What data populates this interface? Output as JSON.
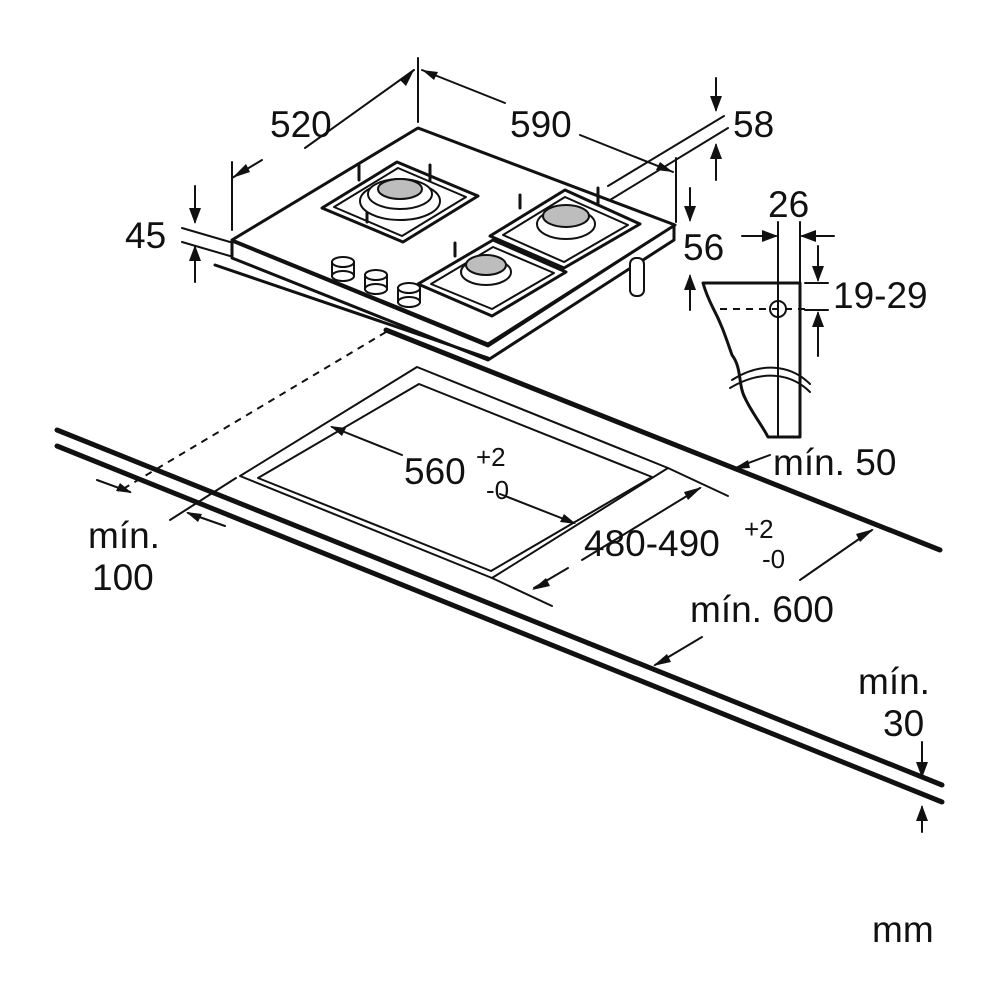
{
  "dimensions": {
    "hob_depth": "520",
    "hob_width": "590",
    "bracket_height": "58",
    "glass_thickness": "45",
    "underside_height": "56",
    "bracket_width": "26",
    "worktop_range": "19-29",
    "cutout_width_value": "560",
    "cutout_width_tol_plus": "+2",
    "cutout_width_tol_minus": "-0",
    "cutout_depth_value": "480-490",
    "cutout_depth_tol_plus": "+2",
    "cutout_depth_tol_minus": "-0",
    "min_back_distance": "mín. 50",
    "min_front_line1": "mín.",
    "min_front_line2": "100",
    "min_worktop_depth": "mín. 600",
    "min_thickness_line1": "mín.",
    "min_thickness_line2": "30"
  },
  "unit": "mm"
}
